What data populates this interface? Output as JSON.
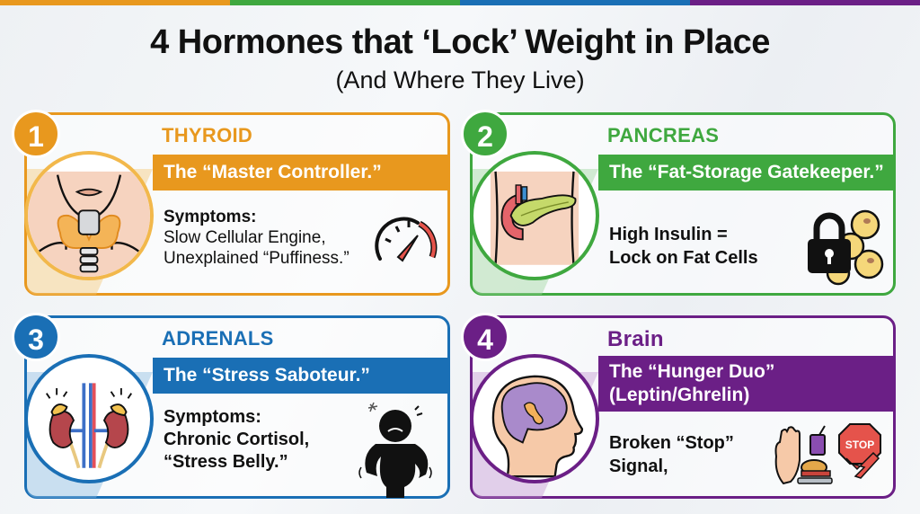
{
  "colors": {
    "orange": "#E8981E",
    "green": "#3FA83F",
    "blue": "#1A6FB5",
    "purple": "#6B1F86"
  },
  "header": {
    "title": "4 Hormones that ‘Lock’ Weight in Place",
    "subtitle": "(And Where They Live)"
  },
  "cards": [
    {
      "number": "1",
      "organ": "THYROID",
      "nickname": "The “Master Controller.”",
      "symptoms_label": "Symptoms:",
      "lines": [
        "Slow Cellular Engine,",
        "Unexplained “Puffiness.”"
      ],
      "organ_icon": "thyroid-neck-icon",
      "side_icon": "speedometer-gauge-icon"
    },
    {
      "number": "2",
      "organ": "PANCREAS",
      "nickname": "The “Fat-Storage Gatekeeper.”",
      "lines": [
        "High Insulin =",
        "Lock on Fat Cells"
      ],
      "organ_icon": "pancreas-abdomen-icon",
      "side_icon": "padlock-fat-cells-icon"
    },
    {
      "number": "3",
      "organ": "ADRENALS",
      "nickname": "The “Stress Saboteur.”",
      "symptoms_label": "Symptoms:",
      "lines": [
        "Chronic Cortisol,",
        "“Stress Belly.”"
      ],
      "organ_icon": "kidneys-adrenals-icon",
      "side_icon": "stressed-person-belly-icon"
    },
    {
      "number": "4",
      "organ": "Brain",
      "nickname_line1": "The “Hunger Duo”",
      "nickname_line2": "(Leptin/Ghrelin)",
      "lines": [
        "Broken “Stop”",
        "Signal,"
      ],
      "organ_icon": "brain-head-icon",
      "side_icon": "hand-stop-food-icon",
      "side_icon2": "stop-sign-icon",
      "stop_text": "STOP"
    }
  ]
}
